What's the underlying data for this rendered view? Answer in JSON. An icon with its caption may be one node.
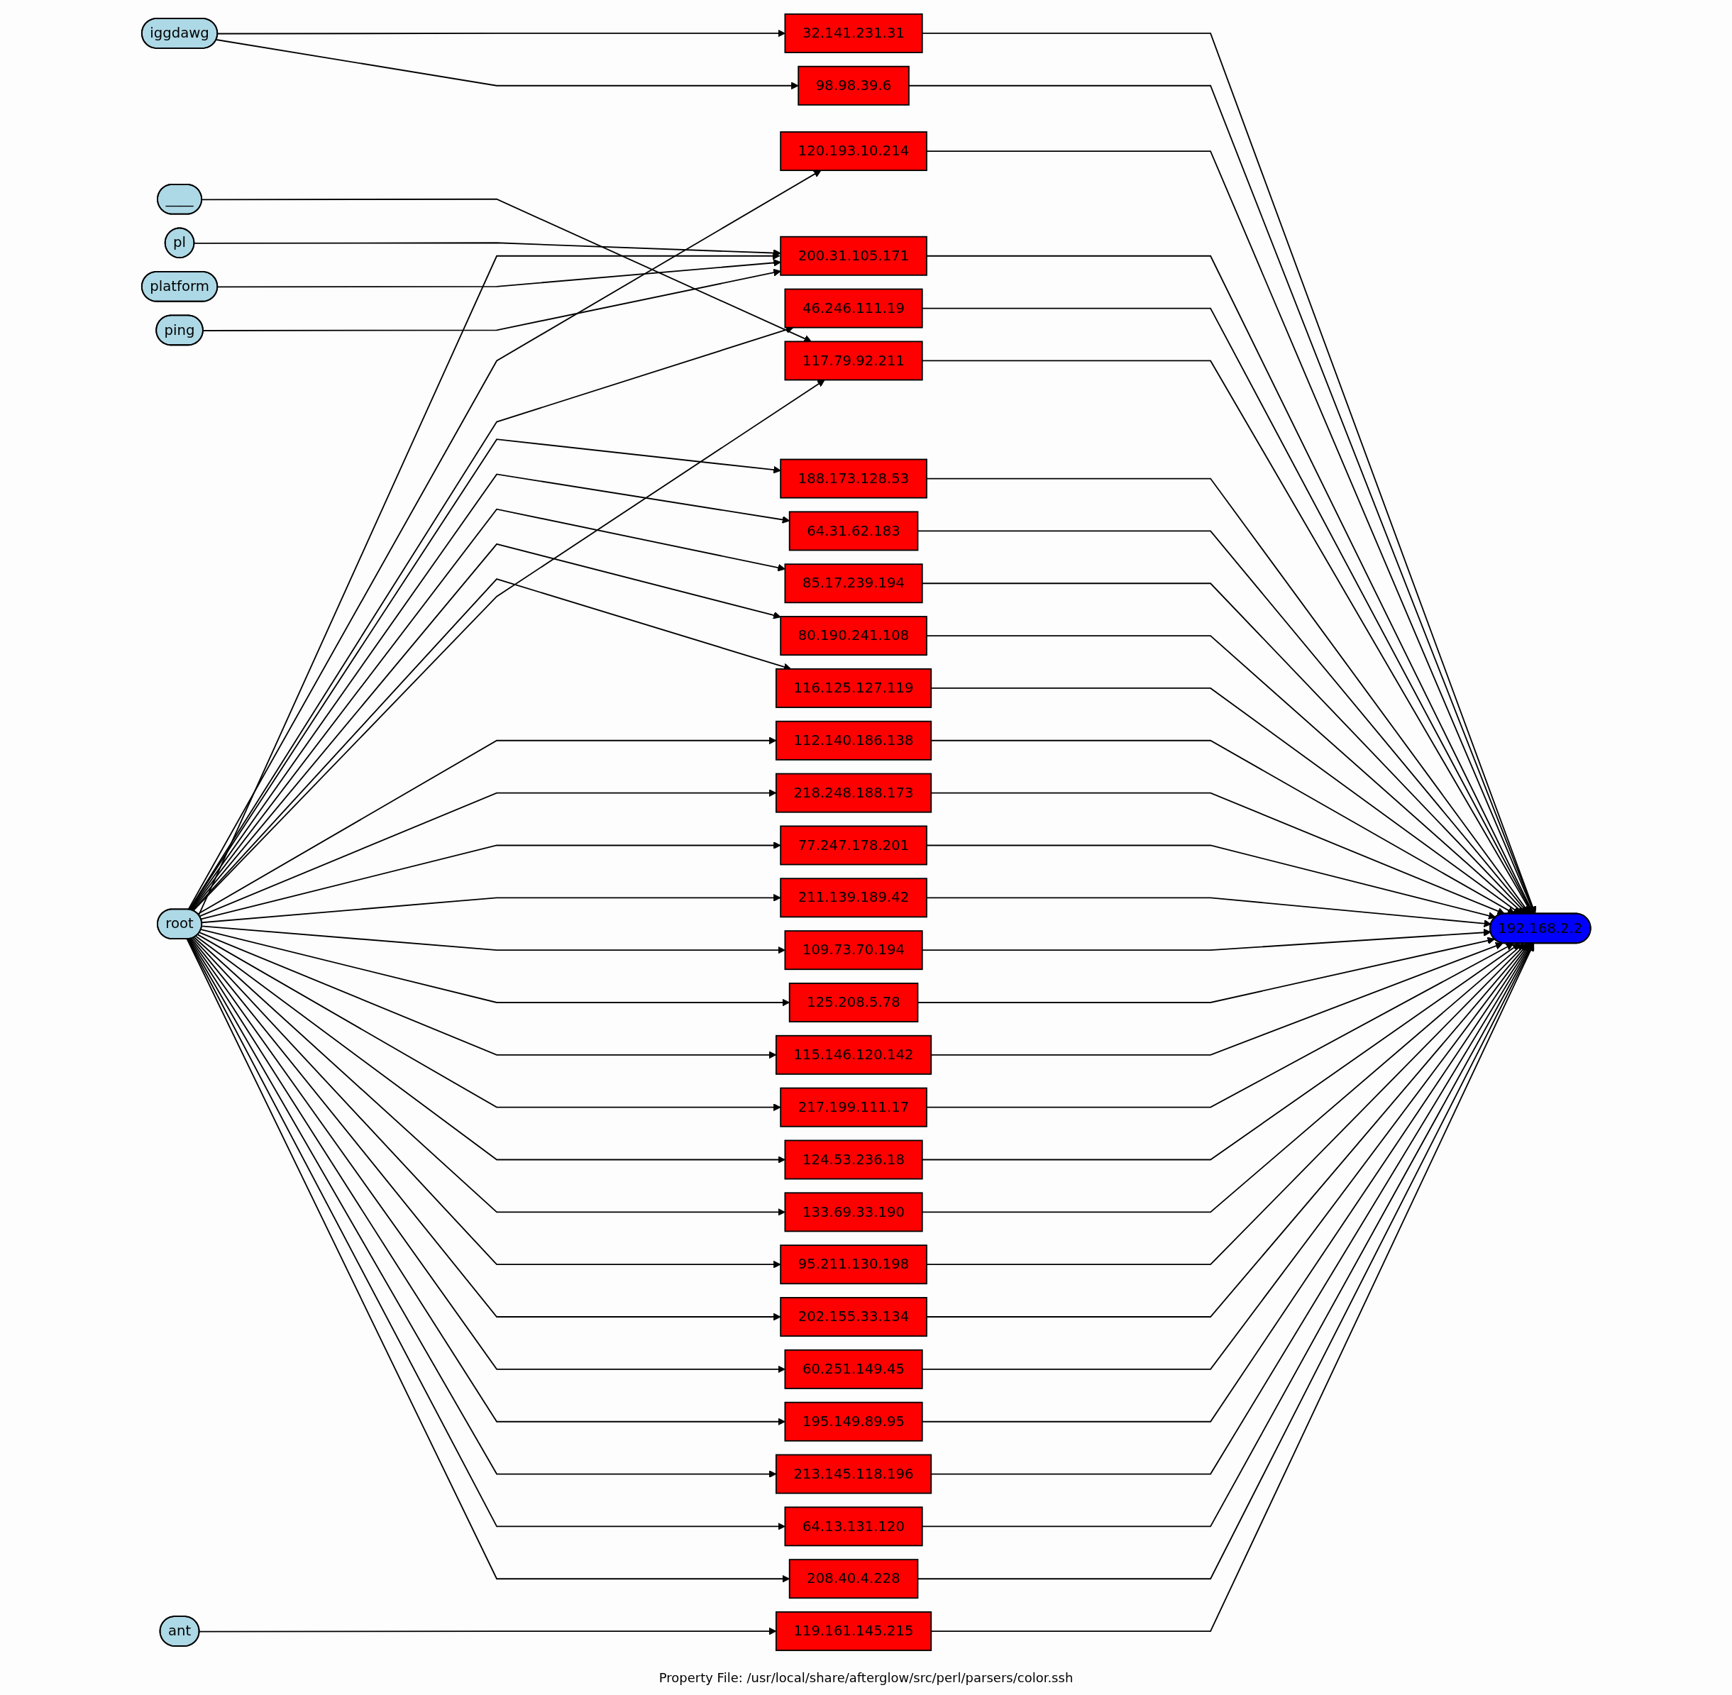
{
  "diagram": {
    "caption": "Property File: /usr/local/share/afterglow/src/perl/parsers/color.ssh",
    "nodes": [
      {
        "text": [
          "iggdawg"
        ]
      },
      {
        "text": [
          "pl"
        ]
      },
      {
        "text": [
          "32.141.231.31"
        ]
      },
      {
        "text": [
          "98.98.39.6"
        ]
      },
      {
        "text": [
          "____"
        ]
      },
      {
        "text": [
          "120.193.10.214"
        ]
      },
      {
        "text": [
          "46.246.111.19"
        ]
      },
      {
        "text": [
          "188.173.128.53"
        ]
      },
      {
        "text": [
          "64.31.62.183"
        ]
      },
      {
        "text": [
          "platform"
        ]
      },
      {
        "text": [
          "85.17.239.194"
        ]
      },
      {
        "text": [
          "80.190.241.108"
        ]
      },
      {
        "text": [
          "116.125.127.119"
        ]
      },
      {
        "text": [
          "117.79.92.211"
        ]
      },
      {
        "text": [
          "112.140.186.138"
        ]
      },
      {
        "text": [
          "200.31.105.171"
        ]
      },
      {
        "text": [
          "218.248.188.173"
        ]
      },
      {
        "text": [
          "77.247.178.201"
        ]
      },
      {
        "text": [
          "192.168.2.2"
        ]
      },
      {
        "text": [
          "root"
        ]
      },
      {
        "text": [
          "ping"
        ]
      },
      {
        "text": [
          "211.139.189.42"
        ]
      },
      {
        "text": [
          "109.73.70.194"
        ]
      },
      {
        "text": [
          "125.208.5.78"
        ]
      },
      {
        "text": [
          "115.146.120.142"
        ]
      },
      {
        "text": [
          "217.199.111.17"
        ]
      },
      {
        "text": [
          "124.53.236.18"
        ]
      },
      {
        "text": [
          "133.69.33.190"
        ]
      },
      {
        "text": [
          "95.211.130.198"
        ]
      },
      {
        "text": [
          "202.155.33.134"
        ]
      },
      {
        "text": [
          "60.251.149.45"
        ]
      },
      {
        "text": [
          "195.149.89.95"
        ]
      },
      {
        "text": [
          "213.145.118.196"
        ]
      },
      {
        "text": [
          "119.161.145.215"
        ]
      },
      {
        "text": [
          "64.13.131.120"
        ]
      },
      {
        "text": [
          "208.40.4.228"
        ]
      },
      {
        "text": [
          "ant"
        ]
      }
    ],
    "edges": [
      {
        "from": 0,
        "to": 2,
        "arrow": "to"
      },
      {
        "from": 2,
        "to": 18,
        "arrow": "to"
      },
      {
        "from": 0,
        "to": 3,
        "arrow": "to"
      },
      {
        "from": 3,
        "to": 18,
        "arrow": "to"
      },
      {
        "from": 19,
        "to": 5,
        "arrow": "to"
      },
      {
        "from": 5,
        "to": 18,
        "arrow": "to"
      },
      {
        "from": 19,
        "to": 6,
        "arrow": "to"
      },
      {
        "from": 6,
        "to": 18,
        "arrow": "to"
      },
      {
        "from": 19,
        "to": 7,
        "arrow": "to"
      },
      {
        "from": 7,
        "to": 18,
        "arrow": "to"
      },
      {
        "from": 19,
        "to": 8,
        "arrow": "to"
      },
      {
        "from": 8,
        "to": 18,
        "arrow": "to"
      },
      {
        "from": 19,
        "to": 10,
        "arrow": "to"
      },
      {
        "from": 10,
        "to": 18,
        "arrow": "to"
      },
      {
        "from": 19,
        "to": 11,
        "arrow": "to"
      },
      {
        "from": 11,
        "to": 18,
        "arrow": "to"
      },
      {
        "from": 19,
        "to": 12,
        "arrow": "to"
      },
      {
        "from": 12,
        "to": 18,
        "arrow": "to"
      },
      {
        "from": 4,
        "to": 13,
        "arrow": "to"
      },
      {
        "from": 19,
        "to": 13,
        "arrow": "to"
      },
      {
        "from": 13,
        "to": 18,
        "arrow": "to"
      },
      {
        "from": 19,
        "to": 14,
        "arrow": "to"
      },
      {
        "from": 14,
        "to": 18,
        "arrow": "to"
      },
      {
        "from": 1,
        "to": 15,
        "arrow": "to"
      },
      {
        "from": 9,
        "to": 15,
        "arrow": "to"
      },
      {
        "from": 20,
        "to": 15,
        "arrow": "to"
      },
      {
        "from": 19,
        "to": 15,
        "arrow": "to"
      },
      {
        "from": 15,
        "to": 18,
        "arrow": "to"
      },
      {
        "from": 19,
        "to": 16,
        "arrow": "to"
      },
      {
        "from": 16,
        "to": 18,
        "arrow": "to"
      },
      {
        "from": 19,
        "to": 17,
        "arrow": "to"
      },
      {
        "from": 17,
        "to": 18,
        "arrow": "to"
      },
      {
        "from": 19,
        "to": 21,
        "arrow": "to"
      },
      {
        "from": 21,
        "to": 18,
        "arrow": "to"
      },
      {
        "from": 19,
        "to": 22,
        "arrow": "to"
      },
      {
        "from": 22,
        "to": 18,
        "arrow": "to"
      },
      {
        "from": 19,
        "to": 23,
        "arrow": "to"
      },
      {
        "from": 23,
        "to": 18,
        "arrow": "to"
      },
      {
        "from": 19,
        "to": 24,
        "arrow": "to"
      },
      {
        "from": 24,
        "to": 18,
        "arrow": "to"
      },
      {
        "from": 19,
        "to": 25,
        "arrow": "to"
      },
      {
        "from": 25,
        "to": 18,
        "arrow": "to"
      },
      {
        "from": 19,
        "to": 26,
        "arrow": "to"
      },
      {
        "from": 26,
        "to": 18,
        "arrow": "to"
      },
      {
        "from": 19,
        "to": 27,
        "arrow": "to"
      },
      {
        "from": 27,
        "to": 18,
        "arrow": "to"
      },
      {
        "from": 19,
        "to": 28,
        "arrow": "to"
      },
      {
        "from": 28,
        "to": 18,
        "arrow": "to"
      },
      {
        "from": 19,
        "to": 29,
        "arrow": "to"
      },
      {
        "from": 29,
        "to": 18,
        "arrow": "to"
      },
      {
        "from": 19,
        "to": 30,
        "arrow": "to"
      },
      {
        "from": 30,
        "to": 18,
        "arrow": "to"
      },
      {
        "from": 19,
        "to": 31,
        "arrow": "to"
      },
      {
        "from": 31,
        "to": 18,
        "arrow": "to"
      },
      {
        "from": 19,
        "to": 32,
        "arrow": "to"
      },
      {
        "from": 32,
        "to": 18,
        "arrow": "to"
      },
      {
        "from": 36,
        "to": 33,
        "arrow": "to"
      },
      {
        "from": 33,
        "to": 18,
        "arrow": "to"
      },
      {
        "from": 19,
        "to": 34,
        "arrow": "to"
      },
      {
        "from": 34,
        "to": 18,
        "arrow": "to"
      },
      {
        "from": 19,
        "to": 35,
        "arrow": "to"
      },
      {
        "from": 35,
        "to": 18,
        "arrow": "to"
      }
    ]
  }
}
